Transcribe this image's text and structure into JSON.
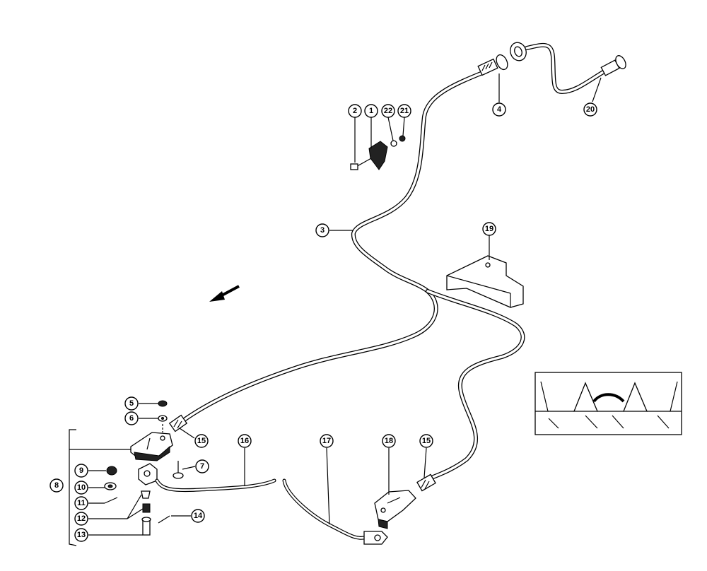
{
  "callouts": [
    {
      "id": "c1",
      "label": "1"
    },
    {
      "id": "c2",
      "label": "2"
    },
    {
      "id": "c3",
      "label": "3"
    },
    {
      "id": "c4",
      "label": "4"
    },
    {
      "id": "c5",
      "label": "5"
    },
    {
      "id": "c6",
      "label": "6"
    },
    {
      "id": "c7",
      "label": "7"
    },
    {
      "id": "c8",
      "label": "8"
    },
    {
      "id": "c9",
      "label": "9"
    },
    {
      "id": "c10",
      "label": "10"
    },
    {
      "id": "c11",
      "label": "11"
    },
    {
      "id": "c12",
      "label": "12"
    },
    {
      "id": "c13",
      "label": "13"
    },
    {
      "id": "c14",
      "label": "14"
    },
    {
      "id": "c15a",
      "label": "15"
    },
    {
      "id": "c15b",
      "label": "15"
    },
    {
      "id": "c16",
      "label": "16"
    },
    {
      "id": "c17",
      "label": "17"
    },
    {
      "id": "c18",
      "label": "18"
    },
    {
      "id": "c19",
      "label": "19"
    },
    {
      "id": "c20",
      "label": "20"
    },
    {
      "id": "c21",
      "label": "21"
    },
    {
      "id": "c22",
      "label": "22"
    }
  ]
}
